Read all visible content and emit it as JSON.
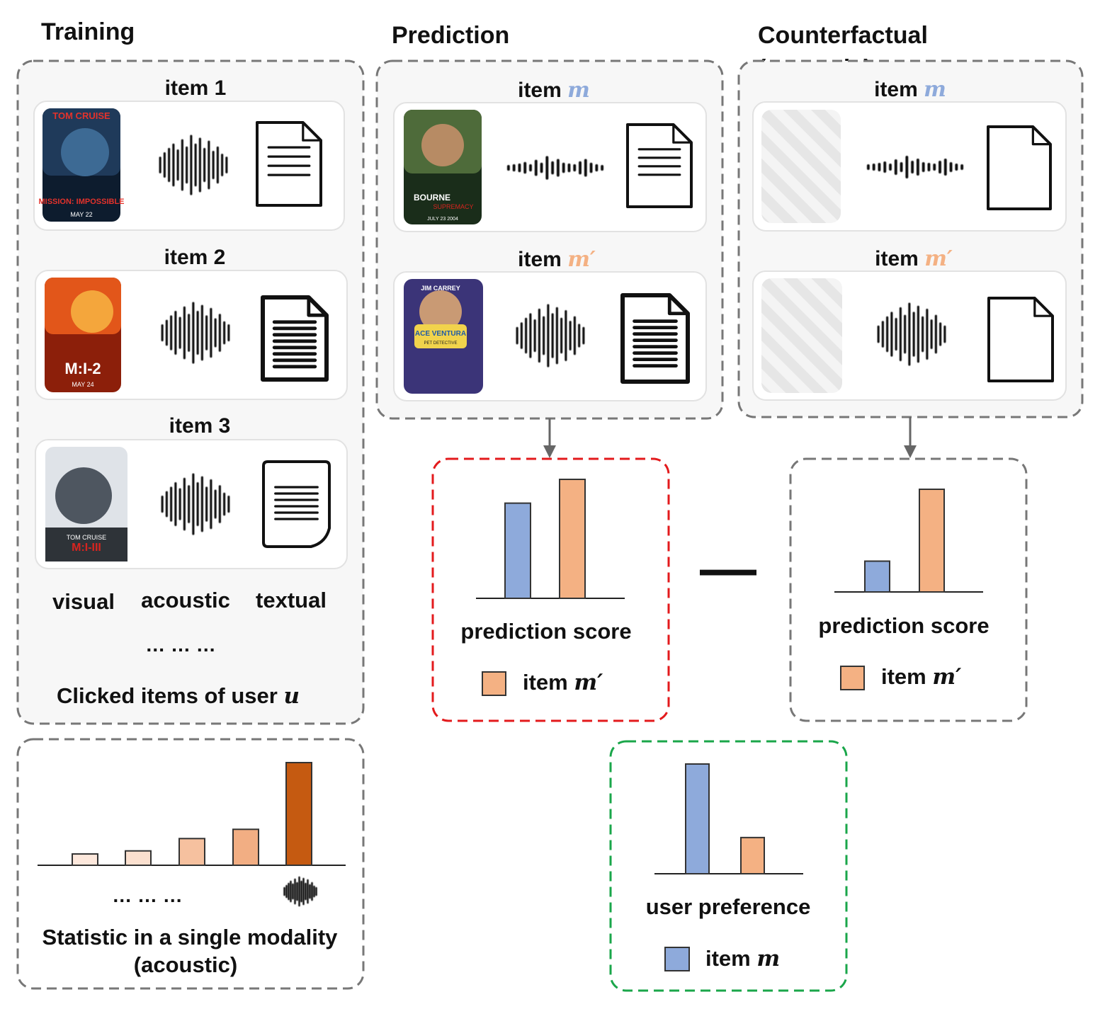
{
  "sections": {
    "training": "Training",
    "prediction": "Prediction",
    "counterfactual_line1": "Counterfactual",
    "counterfactual_line2": "(acoustic)"
  },
  "training": {
    "items": [
      "item 1",
      "item 2",
      "item 3"
    ],
    "modalities": [
      {
        "label": "visual",
        "color": "#4472c4"
      },
      {
        "label": "acoustic",
        "color": "#ed7d31"
      },
      {
        "label": "textual",
        "color": "#70ad47"
      }
    ],
    "ellipsis": "… … …",
    "caption_prefix": "Clicked items of  user ",
    "caption_var": "u",
    "posters": [
      {
        "top": "TOM CRUISE",
        "bottom": "MISSION: IMPOSSIBLE",
        "date": "MAY 22"
      },
      {
        "top": "",
        "bottom": "M:I-2",
        "date": "MAY 24"
      },
      {
        "top": "TOM CRUISE",
        "bottom": "M:I-III",
        "date": ""
      }
    ]
  },
  "prediction": {
    "items": [
      {
        "prefix": "item ",
        "var": "m",
        "color": "#8eaadb"
      },
      {
        "prefix": "item ",
        "var": "m′",
        "color": "#f4b183"
      }
    ],
    "posters": [
      {
        "top": "",
        "bottom": "BOURNE",
        "sub": "SUPREMACY",
        "date": "JULY 23 2004"
      },
      {
        "top": "JIM CARREY",
        "bottom": "ACE VENTURA",
        "sub": "PET DETECTIVE",
        "date": ""
      }
    ]
  },
  "counterfactual": {
    "items": [
      {
        "prefix": "item ",
        "var": "m",
        "color": "#8eaadb"
      },
      {
        "prefix": "item ",
        "var": "m′",
        "color": "#f4b183"
      }
    ]
  },
  "score_boxes": [
    {
      "label": "prediction score",
      "legend_prefix": "item ",
      "legend_var": "m′",
      "bars": [
        0.8,
        1.0
      ],
      "border": "#e31a1c"
    },
    {
      "label": "prediction score",
      "legend_prefix": "item ",
      "legend_var": "m′",
      "bars": [
        0.3,
        1.0
      ],
      "border": "#777777"
    }
  ],
  "operator": "—",
  "preference": {
    "label": "user preference",
    "legend_prefix": "item ",
    "legend_var": "m",
    "bars": [
      1.0,
      0.33
    ],
    "border": "#1aa64a"
  },
  "statistic": {
    "bars": [
      0.11,
      0.14,
      0.26,
      0.35,
      1.0
    ],
    "bar_colors": [
      "#fde8dc",
      "#fbe0cf",
      "#f6c19f",
      "#f2ae83",
      "#c55a11"
    ],
    "ellipsis": "… … …",
    "caption_line1": "Statistic in a single modality",
    "caption_line2": "(acoustic)"
  },
  "colors": {
    "blue_bar": "#8eaadb",
    "orange_bar": "#f4b183",
    "dash_border": "#777777",
    "panel_fill": "#f7f7f7"
  },
  "icons": [
    "movie-poster",
    "sound-wave-icon",
    "document-icon",
    "blank-document-icon",
    "masked-image",
    "down-arrow-icon"
  ]
}
